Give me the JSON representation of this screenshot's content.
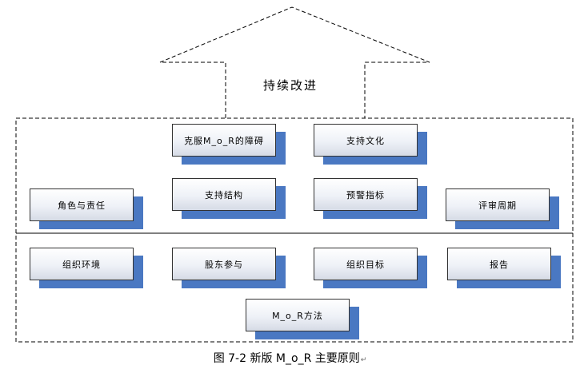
{
  "diagram": {
    "roof_label": "持续改进",
    "upper_boxes": [
      {
        "id": "barrier",
        "label": "克服M_o_R的障碍"
      },
      {
        "id": "culture",
        "label": "支持文化"
      },
      {
        "id": "roles",
        "label": "角色与责任"
      },
      {
        "id": "structure",
        "label": "支持结构"
      },
      {
        "id": "early-warning",
        "label": "预警指标"
      },
      {
        "id": "review",
        "label": "评审周期"
      }
    ],
    "lower_boxes": [
      {
        "id": "org-context",
        "label": "组织环境"
      },
      {
        "id": "stakeholders",
        "label": "股东参与"
      },
      {
        "id": "org-objectives",
        "label": "组织目标"
      },
      {
        "id": "reporting",
        "label": "报告"
      },
      {
        "id": "approach",
        "label": "M_o_R方法"
      }
    ],
    "colors": {
      "shadow": "#4a78c2",
      "border": "#333333",
      "dashes": "#000000"
    }
  },
  "caption": {
    "text": "图 7-2 新版 M_o_R 主要原则",
    "return_mark": "↵"
  }
}
